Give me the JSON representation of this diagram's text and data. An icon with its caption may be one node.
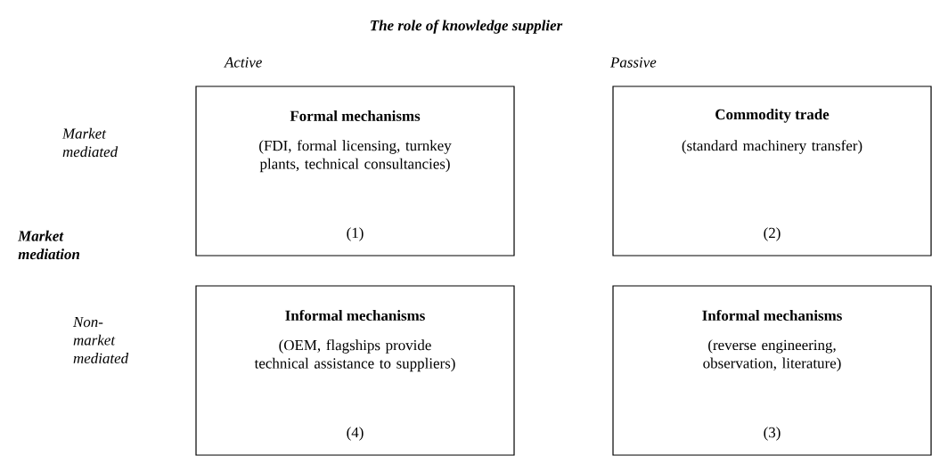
{
  "diagram": {
    "title": "The role of knowledge supplier",
    "nodes": [
      {
        "text": [
          "Formal mechanisms",
          "(FDI, formal licensing, turnkey plants, technical consultancies)",
          "(1)"
        ]
      },
      {
        "text": [
          "Commodity trade",
          "(standard machinery transfer)",
          "(2)"
        ]
      },
      {
        "text": [
          "Informal mechanisms",
          "(OEM, flagships provide technical assistance to suppliers)",
          "(4)"
        ]
      },
      {
        "text": [
          "Informal mechanisms",
          "(reverse engineering, observation, literature)",
          "(3)"
        ]
      }
    ],
    "edges": [],
    "labels": [
      "Active",
      "Passive",
      "Market mediated",
      "Market mediation",
      "Non-market mediated"
    ]
  }
}
